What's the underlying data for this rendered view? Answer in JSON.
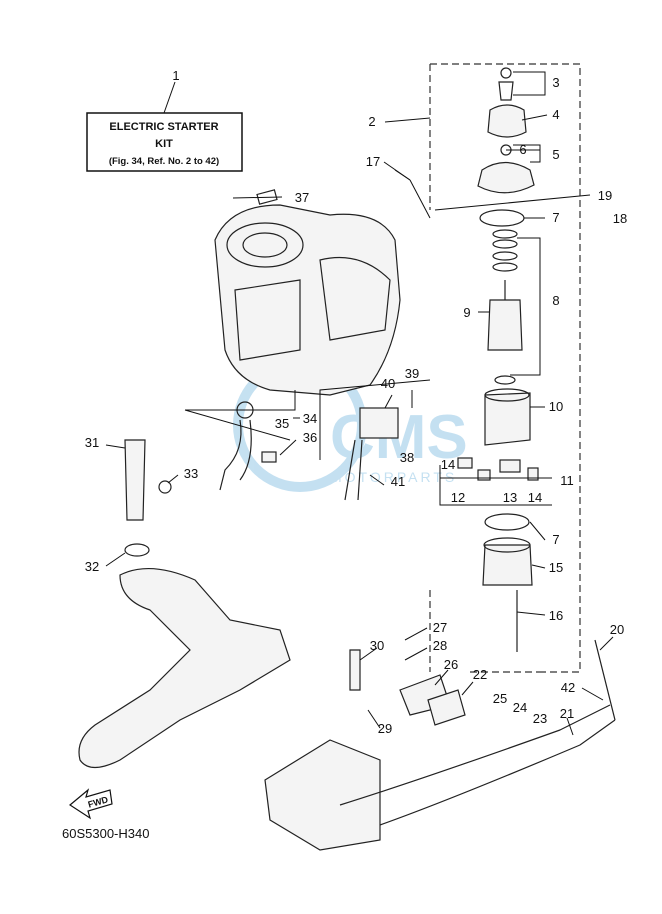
{
  "title_box": {
    "line1": "ELECTRIC STARTER",
    "line2": "KIT",
    "line3": "(Fig. 34, Ref. No. 2 to 42)"
  },
  "diagram_code": "60S5300-H340",
  "fwd_label": "FWD",
  "watermark": {
    "brand": "CMS",
    "sub": "MOTORPARTS"
  },
  "callouts": {
    "n1": "1",
    "n2": "2",
    "n3": "3",
    "n4": "4",
    "n5": "5",
    "n6": "6",
    "n7a": "7",
    "n7b": "7",
    "n8": "8",
    "n9": "9",
    "n10": "10",
    "n11": "11",
    "n12": "12",
    "n13": "13",
    "n14a": "14",
    "n14b": "14",
    "n15": "15",
    "n16": "16",
    "n17": "17",
    "n18": "18",
    "n19": "19",
    "n20": "20",
    "n21": "21",
    "n22": "22",
    "n23": "23",
    "n24": "24",
    "n25": "25",
    "n26": "26",
    "n27": "27",
    "n28": "28",
    "n29": "29",
    "n30": "30",
    "n31": "31",
    "n32": "32",
    "n33": "33",
    "n34": "34",
    "n35": "35",
    "n36": "36",
    "n37": "37",
    "n38": "38",
    "n39": "39",
    "n40": "40",
    "n41": "41",
    "n42": "42"
  }
}
